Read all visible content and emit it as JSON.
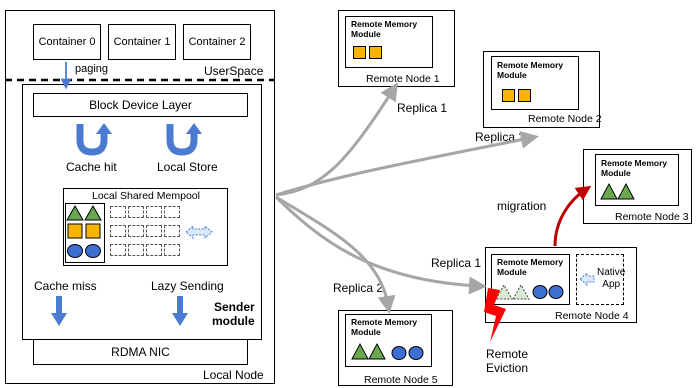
{
  "local_node": {
    "label": "Local Node",
    "userspace_label": "UserSpace",
    "paging_label": "paging",
    "containers": [
      "Container 0",
      "Container 1",
      "Container 2"
    ],
    "block_device_layer": "Block Device Layer",
    "cache_hit": "Cache hit",
    "local_store": "Local Store",
    "mempool_title": "Local Shared Mempool",
    "cache_miss": "Cache miss",
    "lazy_sending": "Lazy Sending",
    "sender_module": "Sender\nmodule",
    "rdma_nic": "RDMA NIC"
  },
  "remote_nodes": {
    "rmm_label": "Remote Memory\nModule",
    "node1": "Remote Node 1",
    "node2": "Remote Node 2",
    "node3": "Remote Node 3",
    "node4": "Remote Node 4",
    "node5": "Remote Node 5",
    "native_app": "Native\nApp"
  },
  "arrows": {
    "replica_1_top": "Replica 1",
    "replica_2_top": "Replica 2",
    "replica_1_mid": "Replica 1",
    "replica_2_bottom": "Replica 2",
    "migration": "migration",
    "remote_eviction": "Remote\nEviction"
  },
  "colors": {
    "orange_block": "#f7b500",
    "green_block": "#6aa84f",
    "blue_block": "#3c6fd1",
    "arrow_gray": "#a6a6a6",
    "arrow_red": "#c00000",
    "blue_arrow": "#4a7bd0"
  }
}
